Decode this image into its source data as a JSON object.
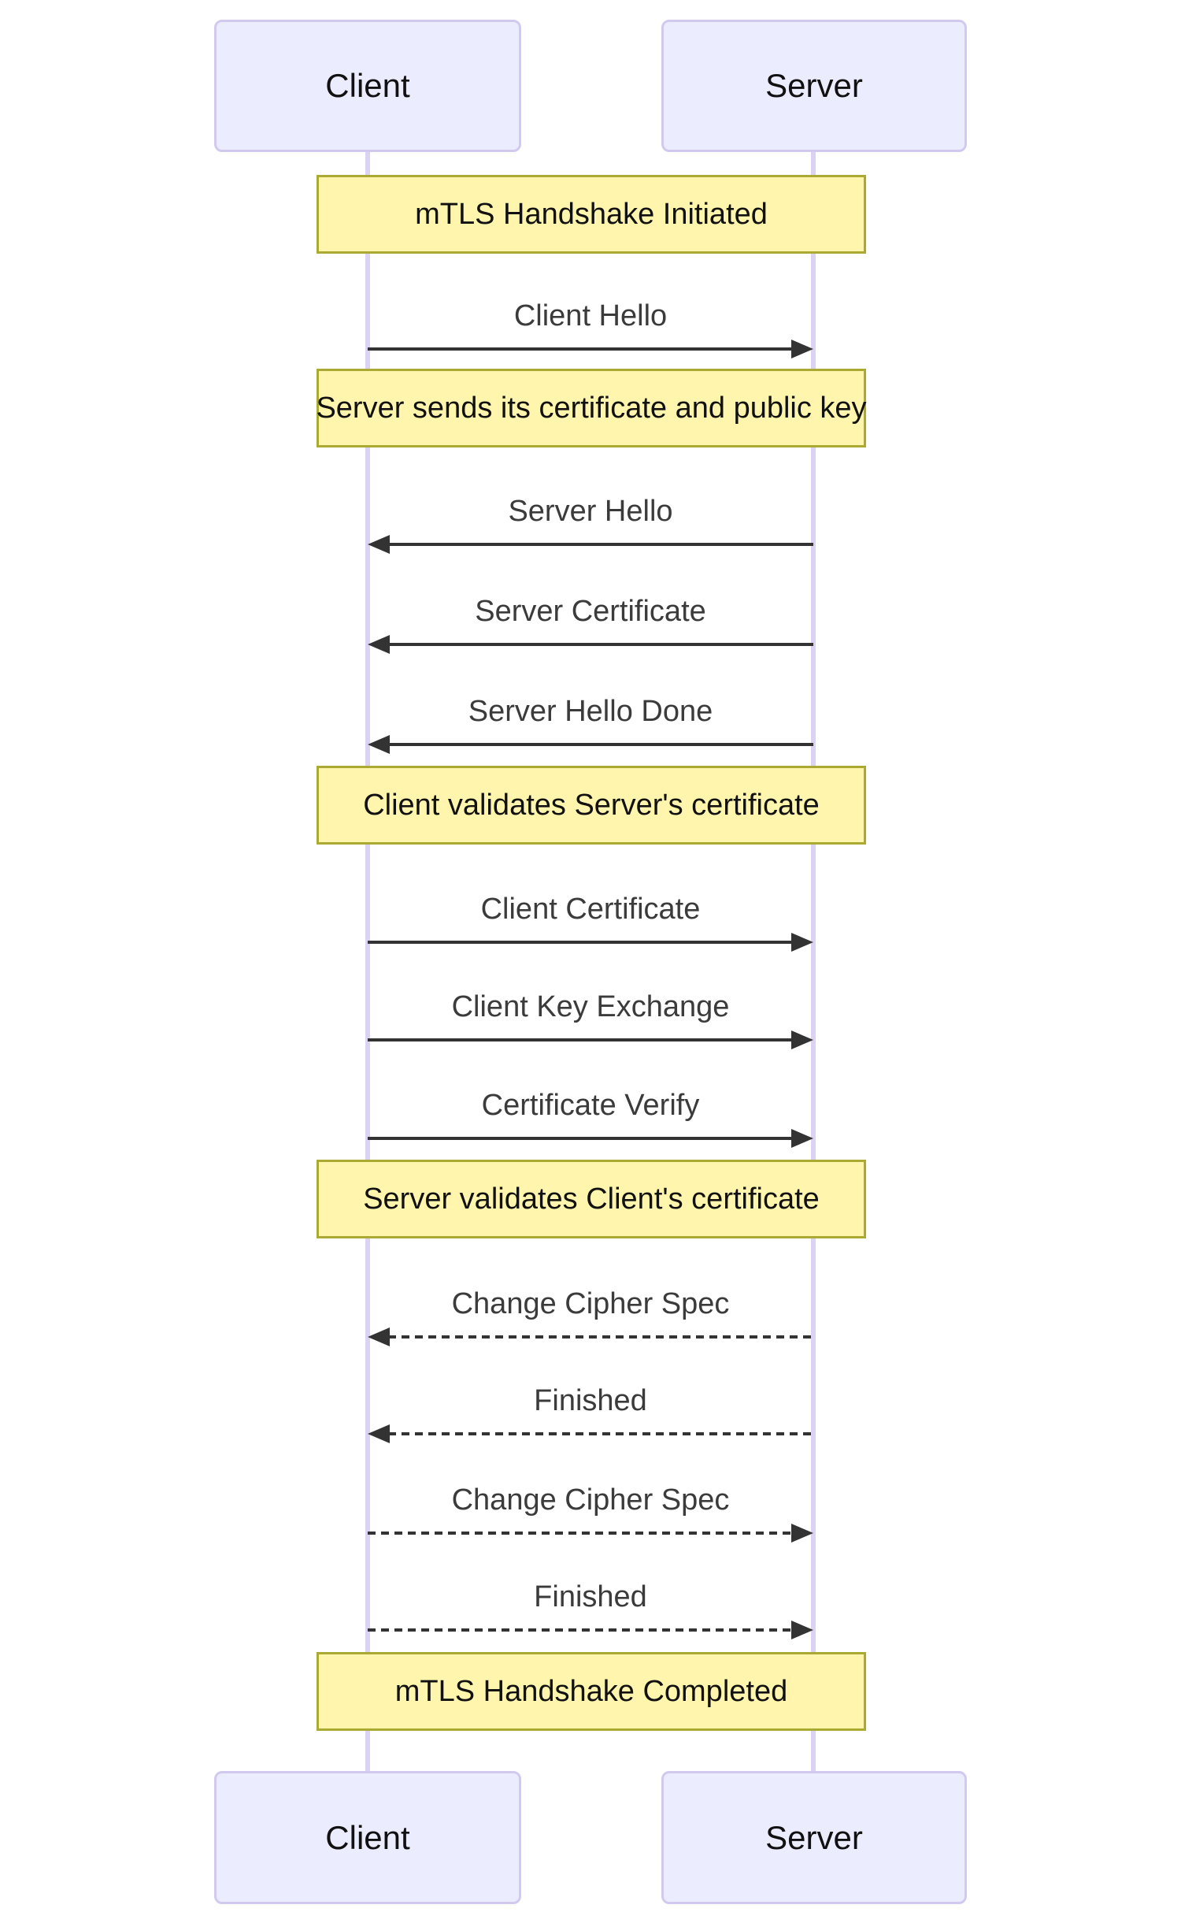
{
  "diagram_type": "sequence-diagram",
  "participants": [
    {
      "name": "Client"
    },
    {
      "name": "Server"
    }
  ],
  "notes": [
    {
      "text": "mTLS Handshake Initiated"
    },
    {
      "text": "Server sends its certificate and public key"
    },
    {
      "text": "Client validates Server's certificate"
    },
    {
      "text": "Server validates Client's certificate"
    },
    {
      "text": "mTLS Handshake Completed"
    }
  ],
  "messages": [
    {
      "label": "Client Hello",
      "from": "Client",
      "to": "Server",
      "line_style": "solid"
    },
    {
      "label": "Server Hello",
      "from": "Server",
      "to": "Client",
      "line_style": "solid"
    },
    {
      "label": "Server Certificate",
      "from": "Server",
      "to": "Client",
      "line_style": "solid"
    },
    {
      "label": "Server Hello Done",
      "from": "Server",
      "to": "Client",
      "line_style": "solid"
    },
    {
      "label": "Client Certificate",
      "from": "Client",
      "to": "Server",
      "line_style": "solid"
    },
    {
      "label": "Client Key Exchange",
      "from": "Client",
      "to": "Server",
      "line_style": "solid"
    },
    {
      "label": "Certificate Verify",
      "from": "Client",
      "to": "Server",
      "line_style": "solid"
    },
    {
      "label": "Change Cipher Spec",
      "from": "Server",
      "to": "Client",
      "line_style": "dashed"
    },
    {
      "label": "Finished",
      "from": "Server",
      "to": "Client",
      "line_style": "dashed"
    },
    {
      "label": "Change Cipher Spec",
      "from": "Client",
      "to": "Server",
      "line_style": "dashed"
    },
    {
      "label": "Finished",
      "from": "Client",
      "to": "Server",
      "line_style": "dashed"
    }
  ],
  "colors": {
    "actor-fill": "#ECECFF",
    "actor-border": "#D2C9EE",
    "actor-text": "#111111",
    "lifeline": "#DCD3F4",
    "note-fill": "#FFF5AD",
    "note-border": "#AAAA33",
    "note-text": "#111111",
    "line": "#333333",
    "message-text": "#3B3B3B",
    "background": "#FFFFFF"
  }
}
